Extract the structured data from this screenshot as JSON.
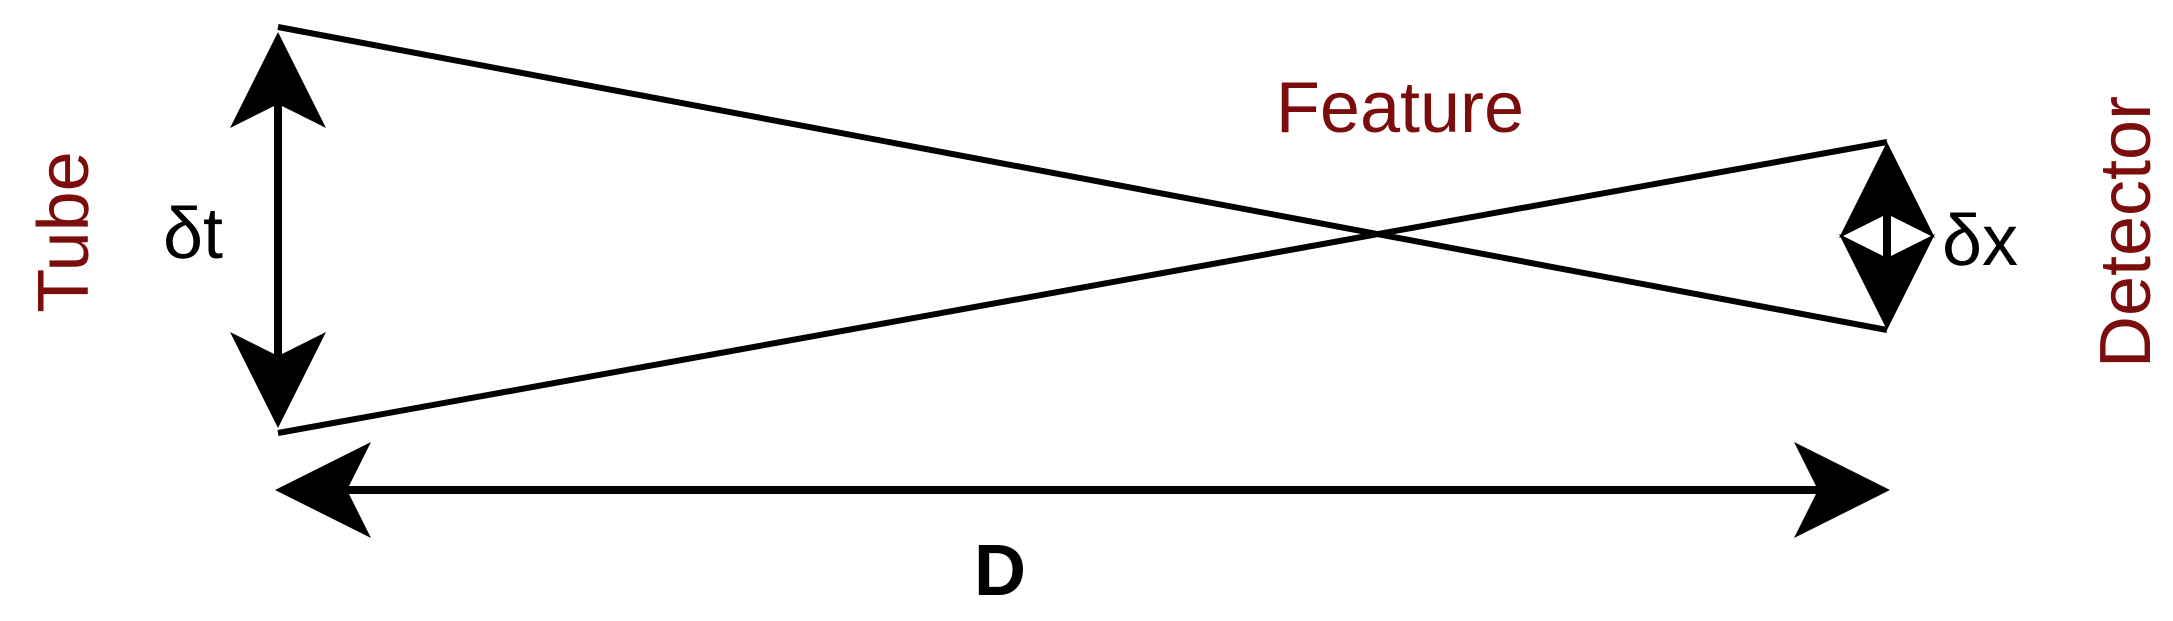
{
  "labels": {
    "tube": "Tube",
    "detector": "Detector",
    "feature": "Feature",
    "delta_t": "δt",
    "delta_x": "δx",
    "distance": "D"
  },
  "colors": {
    "label_accent": "#7b0d0d",
    "line": "#000000",
    "background": "#ffffff"
  }
}
